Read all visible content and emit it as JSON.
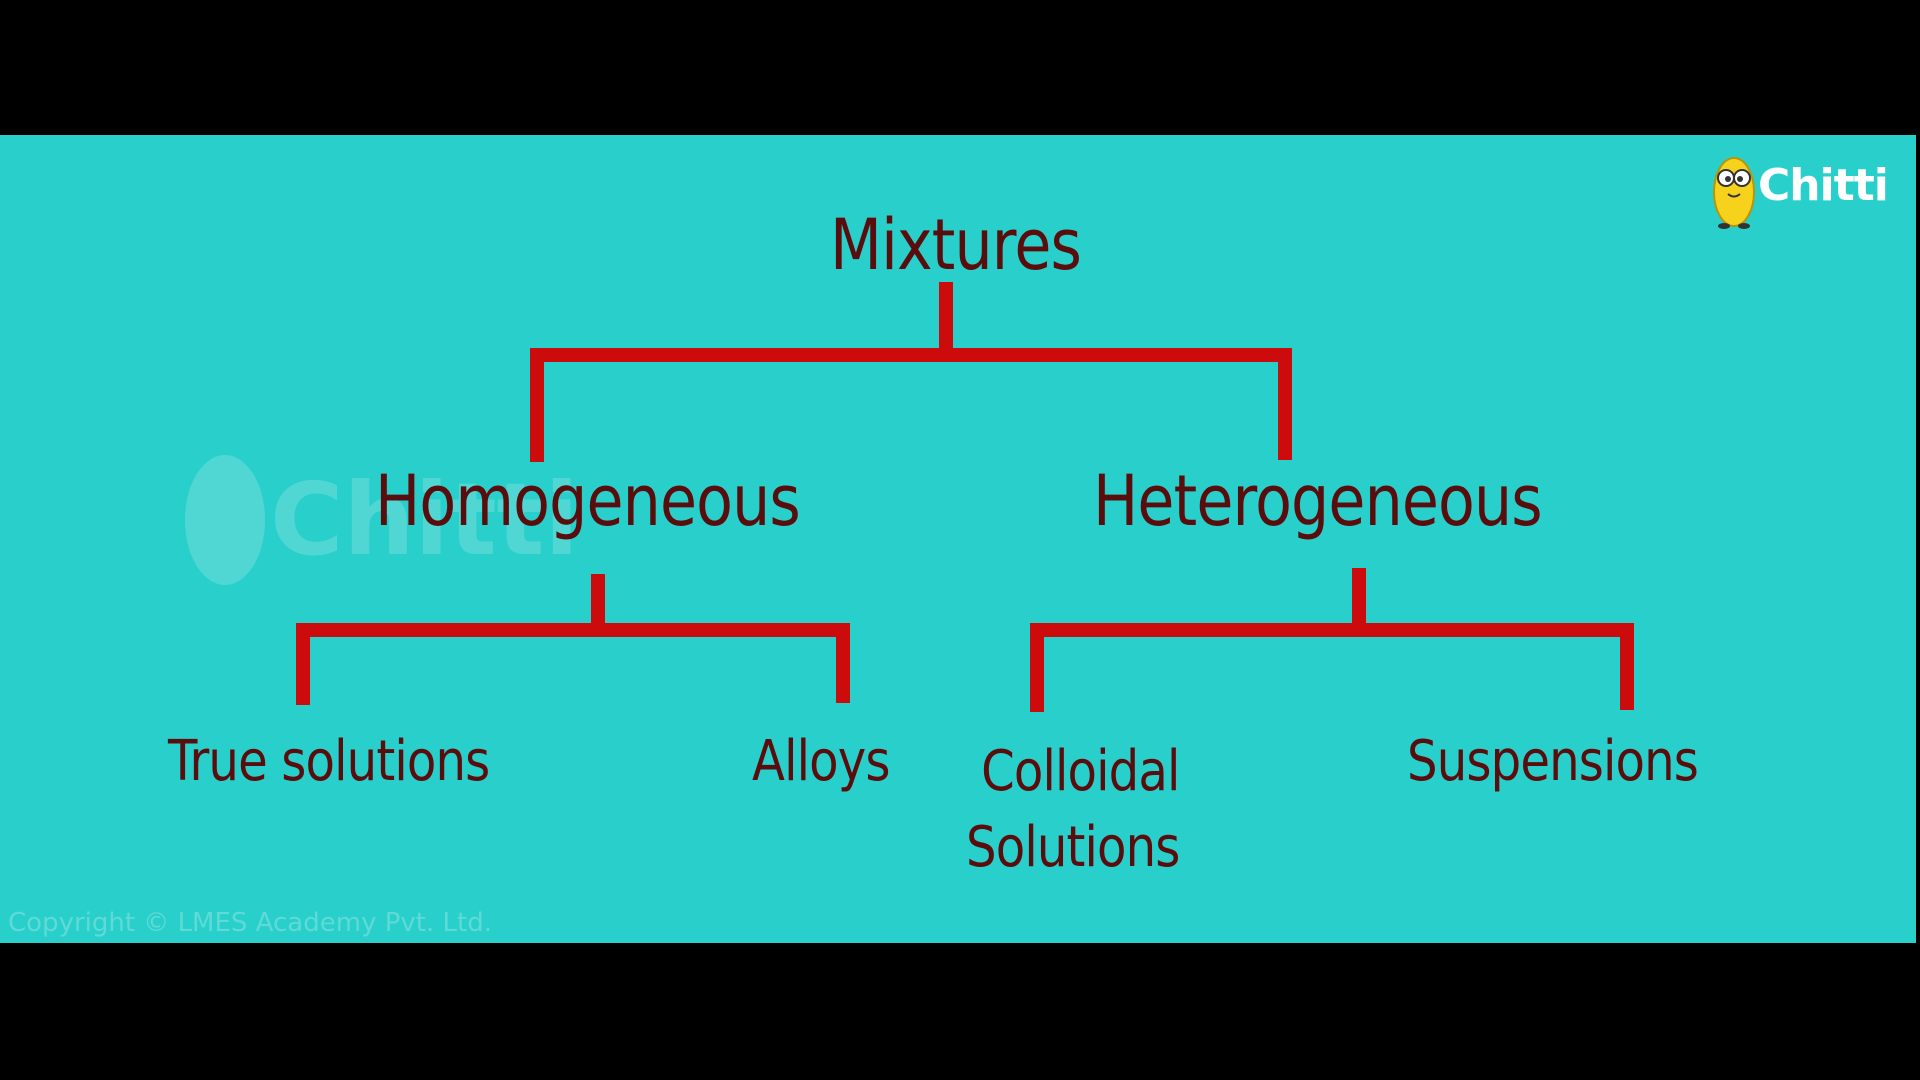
{
  "diagram": {
    "root": "Mixtures",
    "branches": [
      {
        "label": "Homogeneous",
        "children": [
          "True solutions",
          "Alloys"
        ]
      },
      {
        "label": "Heterogeneous",
        "children": [
          "Colloidal\nSolutions",
          "Suspensions"
        ]
      }
    ]
  },
  "brand": {
    "logo_text": "Chitti",
    "watermark_text": "Chitti",
    "copyright": "Copyright © LMES Academy Pvt. Ltd."
  },
  "colors": {
    "background": "#29cfcb",
    "letterbox": "#000000",
    "connector": "#cc0c0c",
    "text": "#5a0d0d"
  }
}
